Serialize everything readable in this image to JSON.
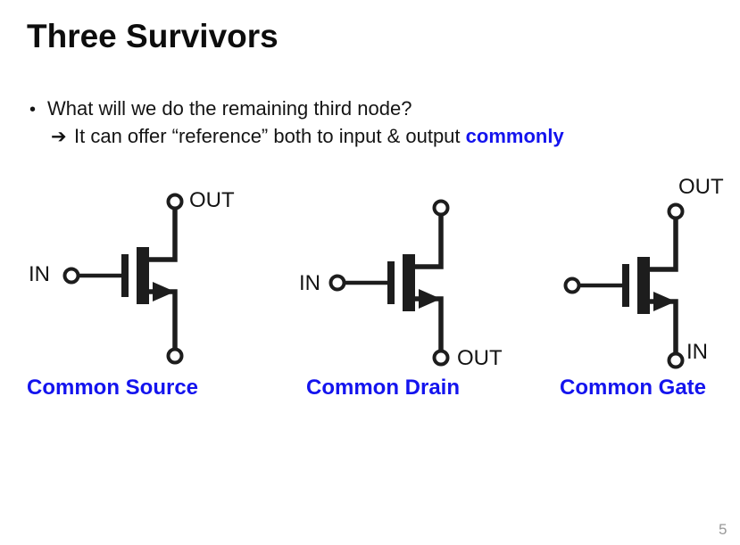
{
  "slide": {
    "title": "Three Survivors",
    "page_number": "5"
  },
  "bullet": {
    "marker": "•",
    "line1": "What will we do the remaining third node?",
    "arrow": "➔",
    "line2_text": "It can offer “reference” both to input & output",
    "line2_highlight": "commonly"
  },
  "circuits": [
    {
      "caption": "Common Source",
      "gate_label": "IN",
      "top_label": "OUT",
      "bottom_label": ""
    },
    {
      "caption": "Common Drain",
      "gate_label": "IN",
      "top_label": "",
      "bottom_label": "OUT"
    },
    {
      "caption": "Common Gate",
      "gate_label": "",
      "top_label": "OUT",
      "bottom_label": "IN"
    }
  ],
  "colors": {
    "accent_blue": "#1414ee",
    "ink": "#1d1d1d",
    "page_number_gray": "#999999"
  }
}
